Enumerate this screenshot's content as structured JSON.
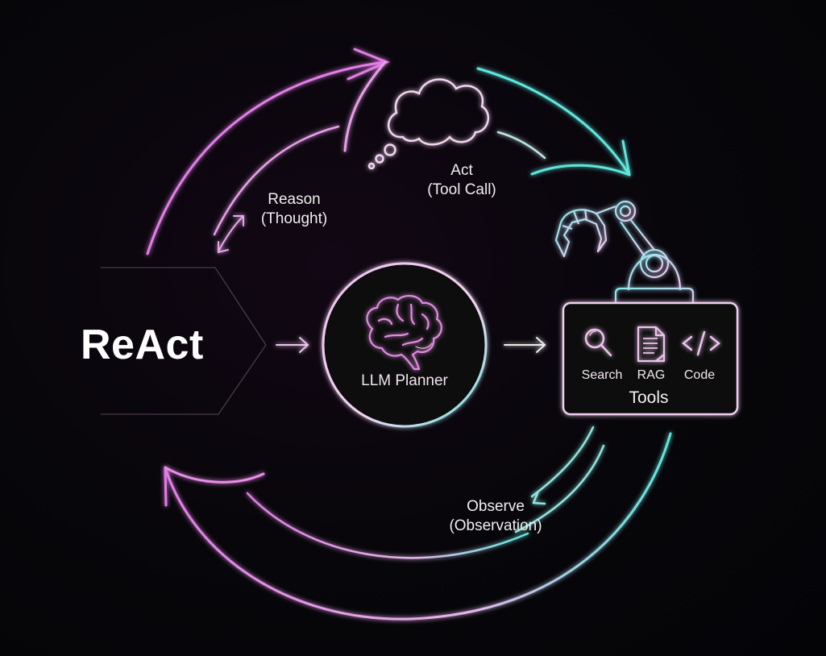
{
  "diagram": {
    "title": "ReAct",
    "center_node": {
      "label": "LLM Planner",
      "icon": "brain-icon"
    },
    "tools_node": {
      "title": "Tools",
      "items": [
        {
          "label": "Search",
          "icon": "magnifier-icon"
        },
        {
          "label": "RAG",
          "icon": "document-icon"
        },
        {
          "label": "Code",
          "icon": "code-brackets-icon"
        }
      ],
      "decoration": "robot-arm-icon"
    },
    "cycle_labels": {
      "reason": {
        "line1": "Reason",
        "line2": "(Thought)"
      },
      "act": {
        "line1": "Act",
        "line2": "(Tool Call)"
      },
      "observe": {
        "line1": "Observe",
        "line2": "(Observation)"
      }
    },
    "thought_bubble": "thought-cloud-icon",
    "flow": [
      "ReAct",
      "LLM Planner",
      "Tools"
    ],
    "colors": {
      "background": "#050508",
      "magenta": "#e27ee6",
      "magenta_light": "#f3c6f3",
      "cyan": "#5fe6dc",
      "text": "#f2f2f2"
    }
  }
}
